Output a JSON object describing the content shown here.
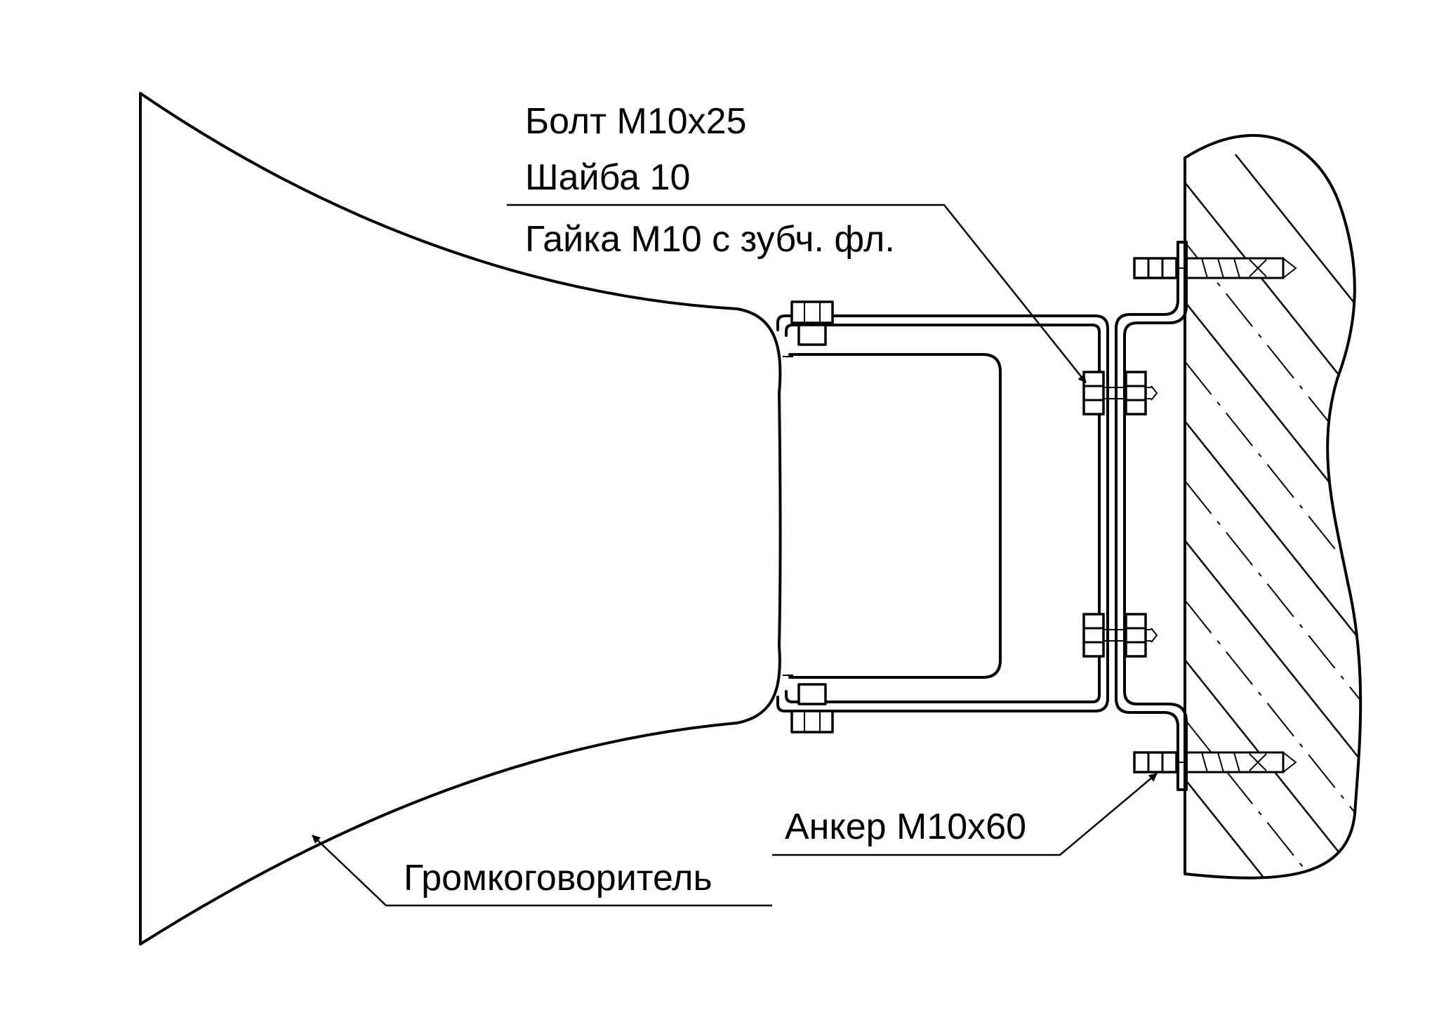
{
  "callouts": {
    "bolt": "Болт М10х25",
    "washer": "Шайба 10",
    "nut": "Гайка М10 с зубч. фл.",
    "anchor": "Анкер М10х60",
    "loudspeaker": "Громкоговоритель"
  },
  "colors": {
    "line": "#000000",
    "background": "#ffffff"
  }
}
